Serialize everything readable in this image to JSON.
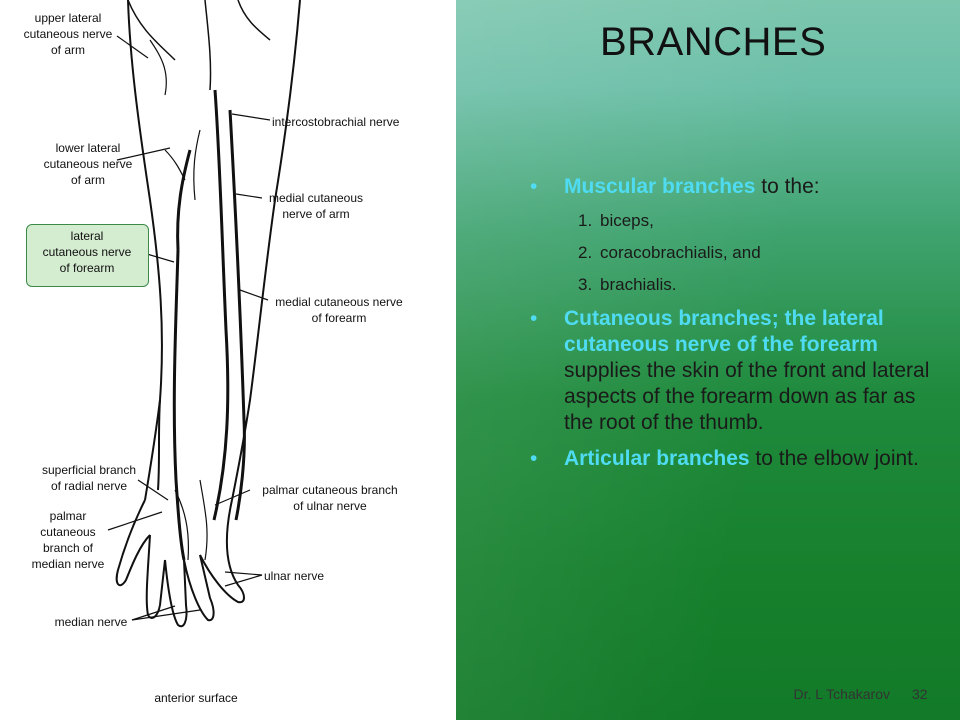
{
  "slide": {
    "title": "BRANCHES",
    "bullets": [
      {
        "highlight": "Muscular branches",
        "rest": " to the:"
      },
      {
        "highlight": "Cutaneous branches; the lateral cutaneous nerve of the forearm",
        "rest": " supplies the skin of the front and lateral aspects of the forearm down as far as the root of the thumb."
      },
      {
        "highlight": "Articular branches",
        "rest": " to the elbow joint."
      }
    ],
    "sub_items": [
      {
        "num": "1.",
        "text": "biceps,"
      },
      {
        "num": "2.",
        "text": "coracobrachialis,  and"
      },
      {
        "num": "3.",
        "text": "brachialis."
      }
    ],
    "footer": {
      "author": "Dr. L Tchakarov",
      "page": "32"
    },
    "accent_color": "#4fdcf2"
  },
  "figure": {
    "labels": {
      "upper_lateral": "upper lateral\ncutaneous nerve\nof arm",
      "intercostobrachial": "intercostobrachial nerve",
      "lower_lateral": "lower lateral\ncutaneous nerve\nof arm",
      "medial_cut_arm": "medial cutaneous\nnerve of arm",
      "lateral_cut_forearm": "lateral\ncutaneous nerve\nof forearm",
      "medial_cut_forearm": "medial cutaneous nerve\nof forearm",
      "superficial_radial": "superficial branch\nof radial nerve",
      "palmar_ulnar": "palmar cutaneous branch\nof ulnar nerve",
      "palmar_median": "palmar\ncutaneous\nbranch of\nmedian nerve",
      "ulnar": "ulnar nerve",
      "median": "median nerve",
      "caption": "anterior surface"
    }
  }
}
